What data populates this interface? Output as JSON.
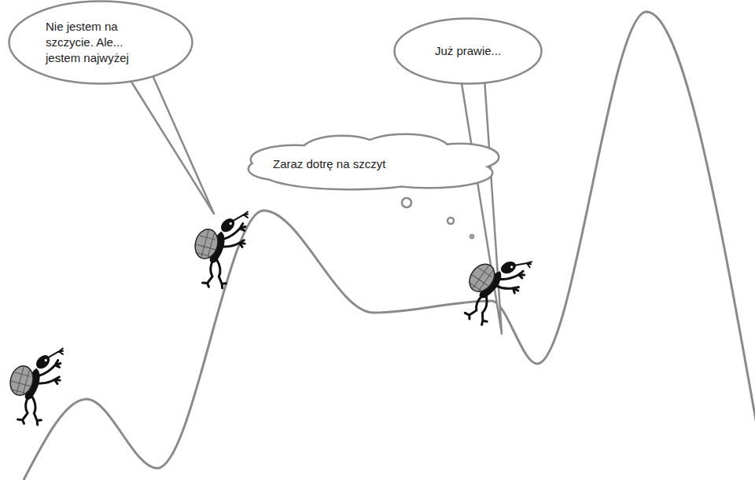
{
  "diagram": {
    "nodes": [
      {
        "text": [
          "Nie jestem na szczycie. Ale... jestem najwyżej"
        ]
      },
      {
        "text": [
          "Już prawie..."
        ]
      },
      {
        "text": [
          "Zaraz dotrę na szczyt"
        ]
      }
    ]
  }
}
